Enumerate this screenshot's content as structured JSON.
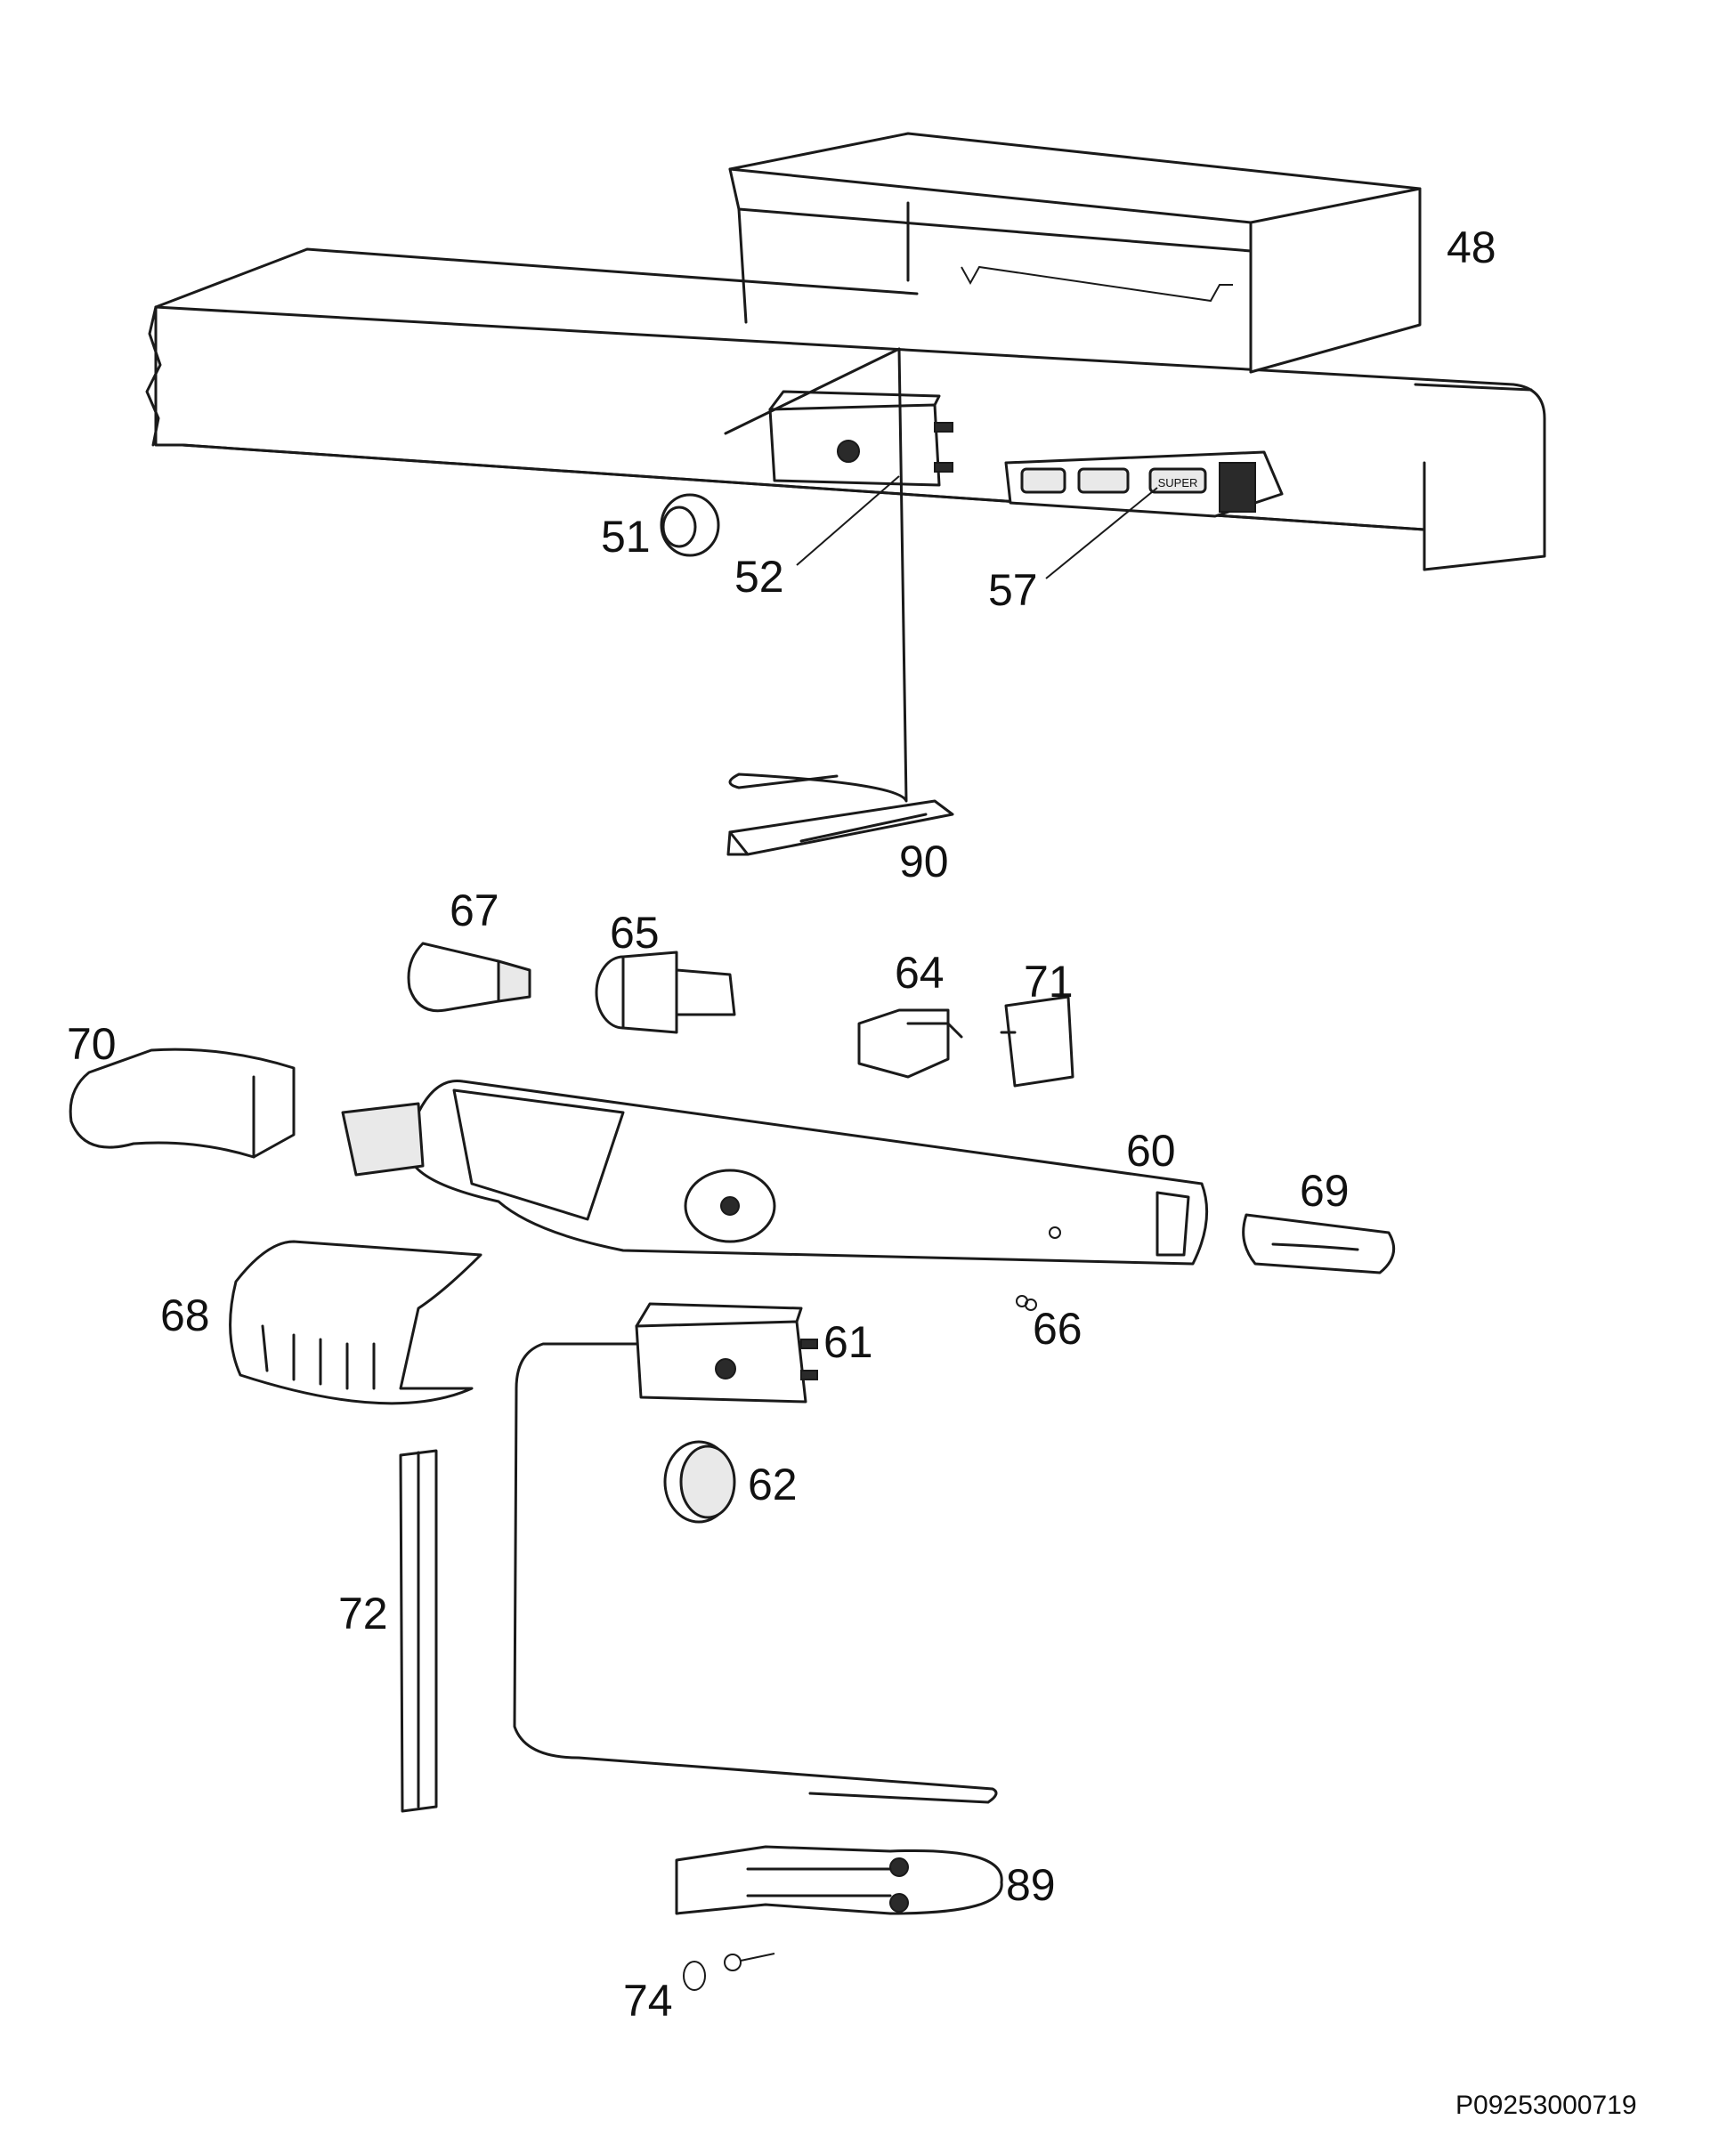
{
  "labels": {
    "p48": "48",
    "p51": "51",
    "p52": "52",
    "p57": "57",
    "p90": "90",
    "p67": "67",
    "p65": "65",
    "p64": "64",
    "p71": "71",
    "p70": "70",
    "p60": "60",
    "p69": "69",
    "p68": "68",
    "p66": "66",
    "p61": "61",
    "p62": "62",
    "p72": "72",
    "p89": "89",
    "p74": "74"
  },
  "panel_button_text": "SUPER",
  "drawing_code": "P09253000719"
}
